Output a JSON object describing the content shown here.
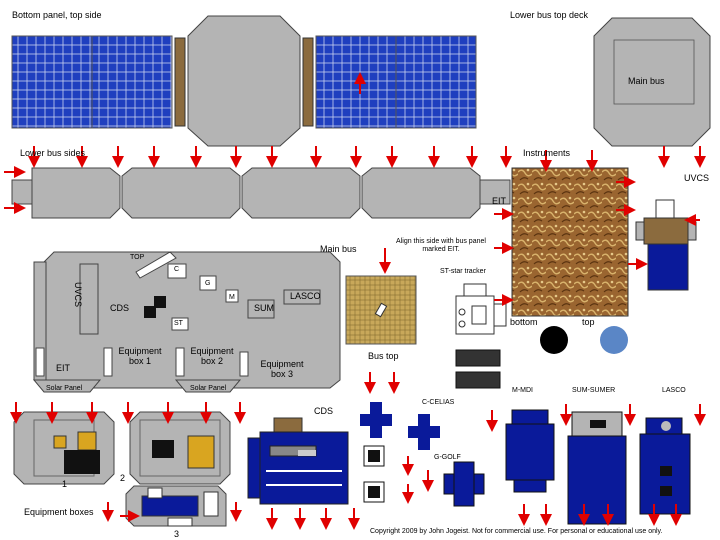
{
  "labels": {
    "bottom_panel_top_side": "Bottom panel, top side",
    "lower_bus_top_deck": "Lower bus top deck",
    "main_bus_1": "Main bus",
    "lower_bus_sides": "Lower bus sides",
    "instruments": "Instruments",
    "uvcs": "UVCS",
    "eit_1": "EIT",
    "main_bus_2": "Main bus",
    "align_note": "Align this side with bus panel marked EIT.",
    "top_label": "TOP",
    "st_star_tracker": "ST-star tracker",
    "uvcs_side": "UVCS",
    "cds_1": "CDS",
    "lasco_1": "LASCO",
    "sum": "SUM",
    "st": "ST",
    "c_letter": "C",
    "g_letter": "G",
    "m_letter": "M",
    "bottom": "bottom",
    "top": "top",
    "equipment_box_1": "Equipment box 1",
    "equipment_box_2": "Equipment box 2",
    "equipment_box_3": "Equipment box 3",
    "eit_2": "EIT",
    "bus_top": "Bus top",
    "solar_panel_1": "Solar Panel",
    "solar_panel_2": "Solar Panel",
    "mdi": "M-MDI",
    "sum_sumer": "SUM-SUMER",
    "lasco_2": "LASCO",
    "cds_2": "CDS",
    "c_celias": "C-CELIAS",
    "g_golf": "G-GOLF",
    "num_1": "1",
    "num_2": "2",
    "num_3": "3",
    "equipment_boxes": "Equipment boxes",
    "copyright": "Copyright 2009 by John Jogeist.  Not for commercial use.  For personal or educational use only."
  },
  "colors": {
    "solar_cell": "#1f3fbf",
    "panel_grey": "#b4b4b4",
    "bus_blue": "#0a1a9a",
    "arrow_red": "#e00000",
    "gold_grid": "#b89a4a",
    "foil_brown": "#8b5a2b",
    "equipment_yellow": "#d9a520"
  },
  "icons": {
    "black_sphere": "black-sphere-icon",
    "blue_sphere": "blue-sphere-icon"
  }
}
